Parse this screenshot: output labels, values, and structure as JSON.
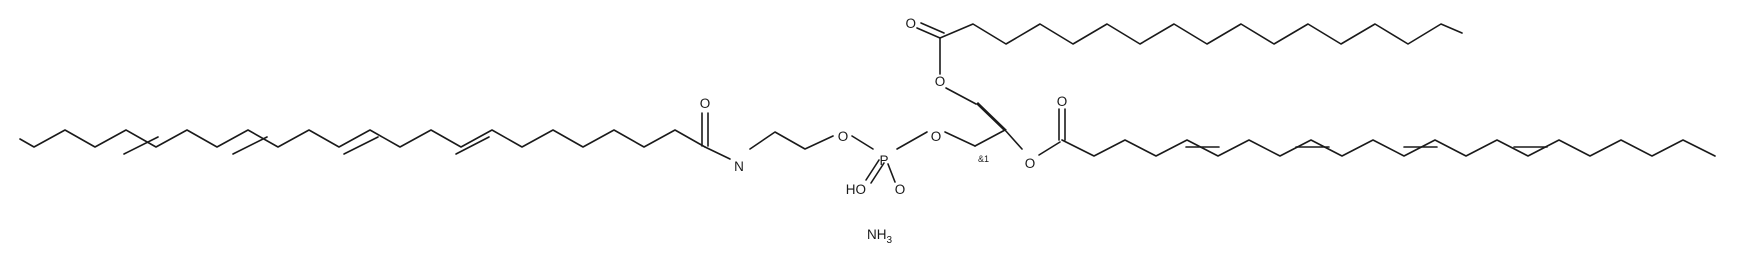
{
  "molecule": {
    "atom_labels": {
      "o_ester1_carbonyl": "O",
      "o_ester1_link": "O",
      "o_amide": "O",
      "n_amide": "N",
      "o_ethyl_p": "O",
      "phosphorus": "P",
      "o_p_glycerol": "O",
      "o_ester2_link": "O",
      "o_ester2_carbonyl": "O",
      "p_hydroxyl": "HO",
      "p_oxo": "O",
      "stereo_mark": "&1"
    },
    "counterion": {
      "base": "NH",
      "subscript": "3"
    }
  }
}
